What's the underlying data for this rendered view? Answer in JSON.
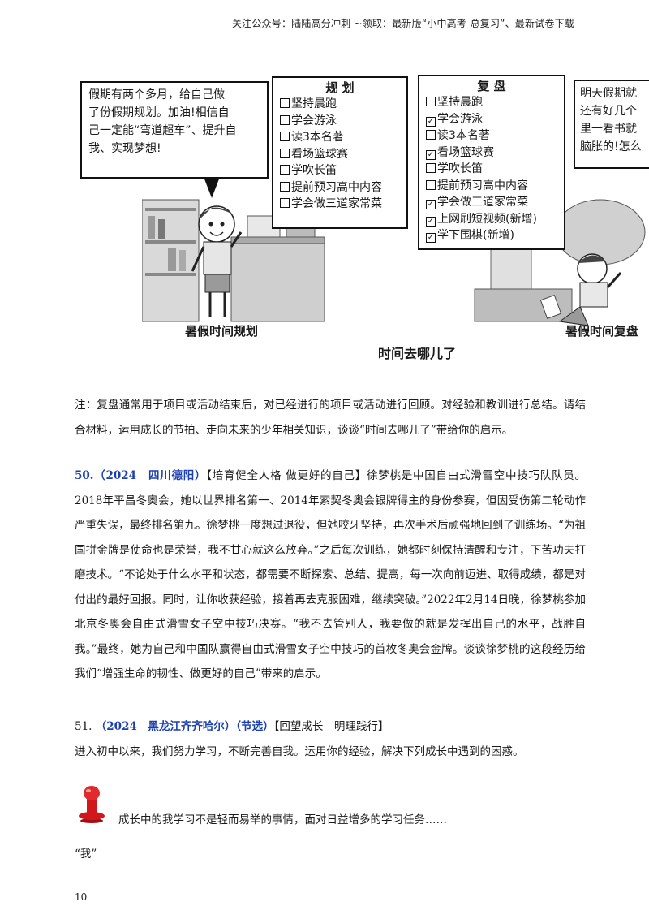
{
  "header": "关注公众号：陆陆高分冲刺 ~领取：最新版“小中高考-总复习”、最新试卷下载",
  "cartoon": {
    "bubble_left": [
      "假期有两个多月，给自己做",
      "了份假期规划。加油!相信自",
      "己一定能“弯道超车”、提升自",
      "我、实现梦想!"
    ],
    "plan_title": "规 划",
    "plan_items": [
      "坚持晨跑",
      "学会游泳",
      "读3本名著",
      "看场篮球赛",
      "学吹长笛",
      "提前预习高中内容",
      "学会做三道家常菜"
    ],
    "review_title": "复 盘",
    "review_items": [
      {
        "text": "坚持晨跑",
        "checked": false
      },
      {
        "text": "学会游泳",
        "checked": true
      },
      {
        "text": "读3本名著",
        "checked": false
      },
      {
        "text": "看场篮球赛",
        "checked": true
      },
      {
        "text": "学吹长笛",
        "checked": false
      },
      {
        "text": "提前预习高中内容",
        "checked": false
      },
      {
        "text": "学会做三道家常菜",
        "checked": true
      },
      {
        "text": "上网刷短视频(新增)",
        "checked": true
      },
      {
        "text": "学下围棋(新增)",
        "checked": true
      }
    ],
    "bubble_right": [
      "明天假期就",
      "还有好几个",
      "里一看书就",
      "脑胀的!怎么"
    ],
    "caption_left": "暑假时间规划",
    "caption_right": "暑假时间复盘",
    "caption_main": "时间去哪儿了"
  },
  "note": "注：复盘通常用于项目或活动结束后，对已经进行的项目或活动进行回顾。对经验和教训进行总结。请结合材料，运用成长的节拍、走向未来的少年相关知识，谈谈“时间去哪儿了”带给你的启示。",
  "q50": {
    "label": "50.（2024　四川德阳）",
    "text": "【培育健全人格 做更好的自己】徐梦桃是中国自由式滑雪空中技巧队队员。2018年平昌冬奥会，她以世界排名第一、2014年索契冬奥会银牌得主的身份参赛，但因受伤第二轮动作严重失误，最终排名第九。徐梦桃一度想过退役，但她咬牙坚持，再次手术后顽强地回到了训练场。“为祖国拼金牌是使命也是荣誉，我不甘心就这么放弃。”之后每次训练，她都时刻保持清醒和专注，下苦功夫打磨技术。“不论处于什么水平和状态，都需要不断探索、总结、提高，每一次向前迈进、取得成绩，都是对付出的最好回报。同时，让你收获经验，接着再去克服困难，继续突破。”2022年2月14日晚，徐梦桃参加北京冬奥会自由式滑雪女子空中技巧决赛。“我不去管别人，我要做的就是发挥出自己的水平，战胜自我。”最终，她为自己和中国队赢得自由式滑雪女子空中技巧的首枚冬奥会金牌。谈谈徐梦桃的这段经历给我们“增强生命的韧性、做更好的自己”带来的启示。"
  },
  "q51": {
    "number": "51.",
    "label": "（2024　黑龙江齐齐哈尔）（节选）",
    "topic": "【回望成长　明理践行】",
    "text": "进入初中以来，我们努力学习，不断完善自我。运用你的经验，解决下列成长中遇到的困惑。"
  },
  "study_line": "成长中的我学习不是轻而易举的事情，面对日益增多的学习任务……",
  "wo": "“我”",
  "page_number": "10",
  "colors": {
    "highlight": "#1c3fb0",
    "pin": "#d0181c"
  }
}
